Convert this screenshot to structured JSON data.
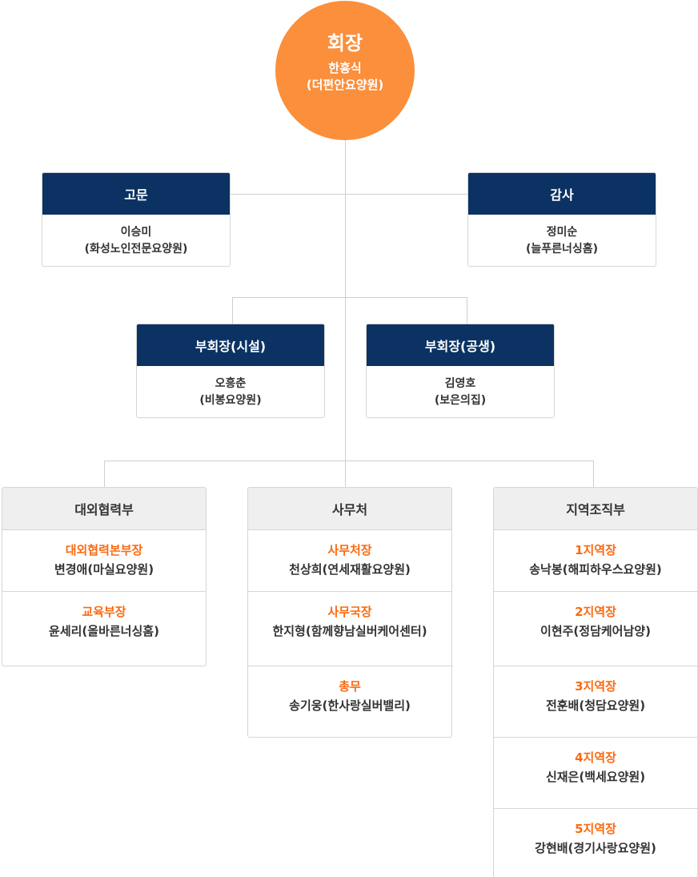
{
  "chairman": {
    "title": "회장",
    "name": "한흥식",
    "org": "(더편안요양원)"
  },
  "advisor": {
    "title": "고문",
    "name": "이승미",
    "org": "(화성노인전문요양원)"
  },
  "auditor": {
    "title": "감사",
    "name": "정미순",
    "org": "(늘푸른너싱홈)"
  },
  "vp_facility": {
    "title": "부회장(시설)",
    "name": "오흥춘",
    "org": "(비봉요양원)"
  },
  "vp_public": {
    "title": "부회장(공생)",
    "name": "김영호",
    "org": "(보은의집)"
  },
  "departments": [
    {
      "title": "대외협력부",
      "rows": [
        {
          "role": "대외협력본부장",
          "person": "변경애(마실요양원)"
        },
        {
          "role": "교육부장",
          "person": "윤세리(올바른너싱홈)"
        }
      ]
    },
    {
      "title": "사무처",
      "rows": [
        {
          "role": "사무처장",
          "person": "천상희(연세재활요양원)"
        },
        {
          "role": "사무국장",
          "person": "한지형(함께향남실버케어센터)"
        },
        {
          "role": "총무",
          "person": "송기웅(한사랑실버밸리)"
        }
      ]
    },
    {
      "title": "지역조직부",
      "rows": [
        {
          "role": "1지역장",
          "person": "송낙봉(해피하우스요양원)"
        },
        {
          "role": "2지역장",
          "person": "이현주(정담케어남양)"
        },
        {
          "role": "3지역장",
          "person": "전훈배(청담요양원)"
        },
        {
          "role": "4지역장",
          "person": "신재은(백세요양원)"
        },
        {
          "role": "5지역장",
          "person": "강현배(경기사랑요양원)"
        }
      ]
    }
  ]
}
